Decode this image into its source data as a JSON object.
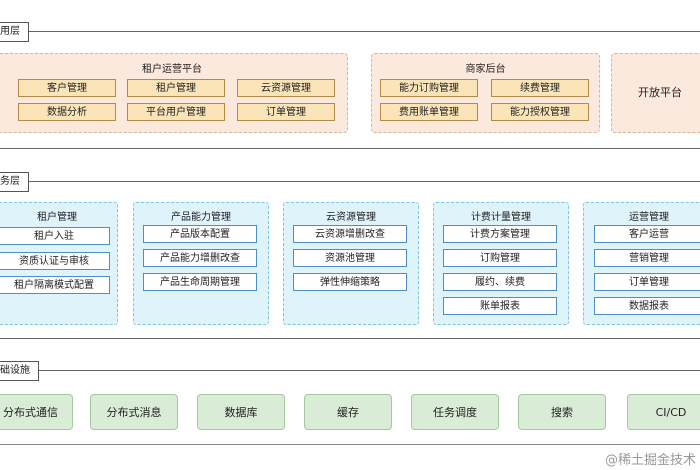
{
  "layers": {
    "app": "用层",
    "service": "务层",
    "infra": "础设施"
  },
  "app_layer": {
    "tenant_ops": {
      "title": "租户运营平台",
      "items": [
        "客户管理",
        "租户管理",
        "云资源管理",
        "数据分析",
        "平台用户管理",
        "订单管理"
      ]
    },
    "merchant": {
      "title": "商家后台",
      "items": [
        "能力订购管理",
        "续费管理",
        "费用账单管理",
        "能力授权管理"
      ]
    },
    "open_platform": "开放平台"
  },
  "service_layer": [
    {
      "title": "租户管理",
      "items": [
        "租户入驻",
        "资质认证与审核",
        "租户隔离模式配置"
      ]
    },
    {
      "title": "产品能力管理",
      "items": [
        "产品版本配置",
        "产品能力增删改查",
        "产品生命周期管理"
      ]
    },
    {
      "title": "云资源管理",
      "items": [
        "云资源增删改查",
        "资源池管理",
        "弹性伸缩策略"
      ]
    },
    {
      "title": "计费计量管理",
      "items": [
        "计费方案管理",
        "订购管理",
        "履约、续费",
        "账单报表"
      ]
    },
    {
      "title": "运营管理",
      "items": [
        "客户运营",
        "营销管理",
        "订单管理",
        "数据报表"
      ]
    }
  ],
  "infra_layer": [
    "分布式通信",
    "分布式消息",
    "数据库",
    "缓存",
    "任务调度",
    "搜索",
    "CI/CD"
  ],
  "watermark": "@稀土掘金技术"
}
